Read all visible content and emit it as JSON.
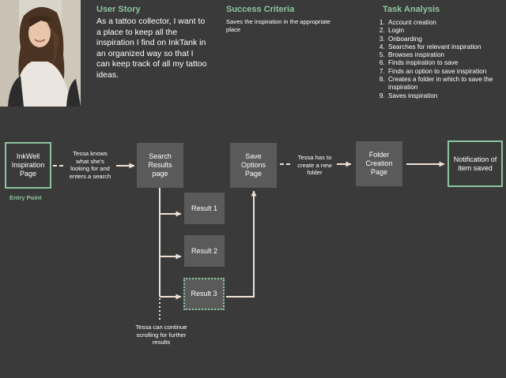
{
  "user_story": {
    "heading": "User Story",
    "text": "As a tattoo collector, I want to a place to keep all the inspiration I find on InkTank in an organized way so that I can keep track of all my tattoo ideas."
  },
  "success_criteria": {
    "heading": "Success  Criteria",
    "text": "Saves the inspiration in the appropriate place"
  },
  "task_analysis": {
    "heading": "Task Analysis",
    "items": [
      "Account creation",
      "Login",
      "Onboarding",
      "Searches for relevant inspiration",
      "Browses inspiration",
      "Finds inspiration to save",
      "Finds an option to save inspiration",
      "Creates a folder in which to save the inspiration",
      "Saves inspiration"
    ]
  },
  "flow": {
    "nodes": {
      "inkwell": "InkWell\nInspiration\nPage",
      "search": "Search\nResults\npage",
      "save_options": "Save\nOptions\nPage",
      "folder": "Folder\nCreation\nPage",
      "notification": "Notification of\nitem saved",
      "result1": "Result 1",
      "result2": "Result 2",
      "result3": "Result 3"
    },
    "entry_point": "Entry Point",
    "annotations": {
      "search_step": "Tessa knows\nwhat she's\nlooking for and\nenters a search",
      "folder_step": "Tessa has to\ncreate a new\nfolder",
      "scroll": "Tessa can continue\nscrolling for further\nresults"
    }
  },
  "colors": {
    "background": "#3a3a3a",
    "accent": "#8cc4a0",
    "node_fill": "#5a5a5a",
    "arrow": "#ede0d6"
  },
  "photo": "smiling woman with long wavy hair"
}
